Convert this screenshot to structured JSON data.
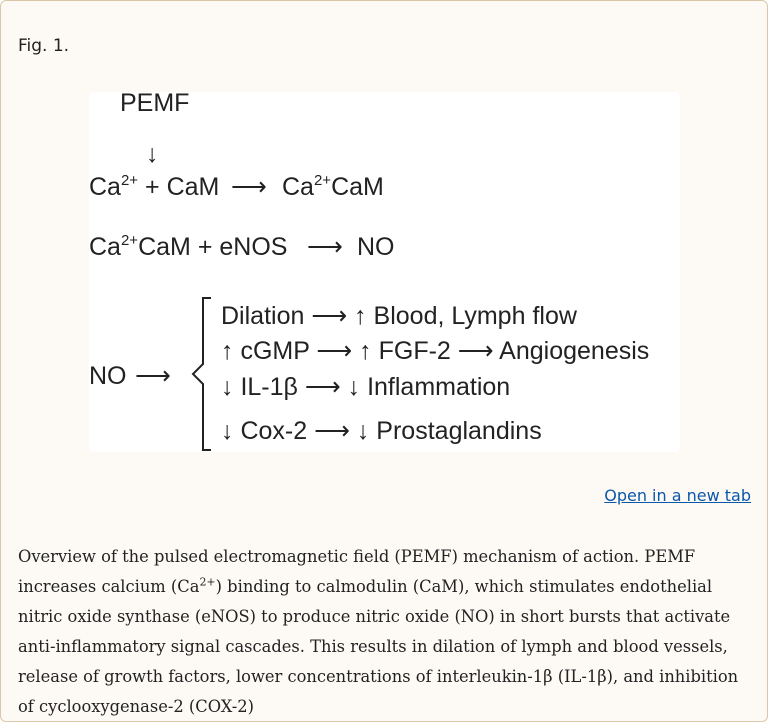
{
  "figure": {
    "label": "Fig. 1.",
    "open_link": "Open in a new tab",
    "diagram": {
      "pemf": "PEMF",
      "down_arrow": "↓",
      "ca": "Ca",
      "ca_charge": "2+",
      "plus_cam": "+ CaM",
      "arrow": "⟶",
      "ca2cam_cam": "CaM",
      "plus_enos": "+ eNOS",
      "no": "NO",
      "no_root": "NO",
      "branches": [
        "Dilation ⟶ ↑ Blood, Lymph flow",
        "↑ cGMP ⟶ ↑ FGF-2 ⟶ Angiogenesis",
        "↓ IL-1β  ⟶ ↓ Inflammation",
        "↓ Cox-2 ⟶ ↓ Prostaglandins"
      ]
    },
    "caption": {
      "part1": "Overview of the pulsed electromagnetic field (PEMF) mechanism of action. PEMF increases calcium (Ca",
      "sup": "2+",
      "part2": ") binding to calmodulin (CaM), which stimulates endothelial nitric oxide synthase (eNOS) to produce nitric oxide (NO) in short bursts that activate anti-inflammatory signal cascades. This results in dilation of lymph and blood vessels, release of growth factors, lower concentrations of interleukin-1β (IL-1β), and inhibition of cyclooxygenase-2 (COX-2)"
    }
  }
}
